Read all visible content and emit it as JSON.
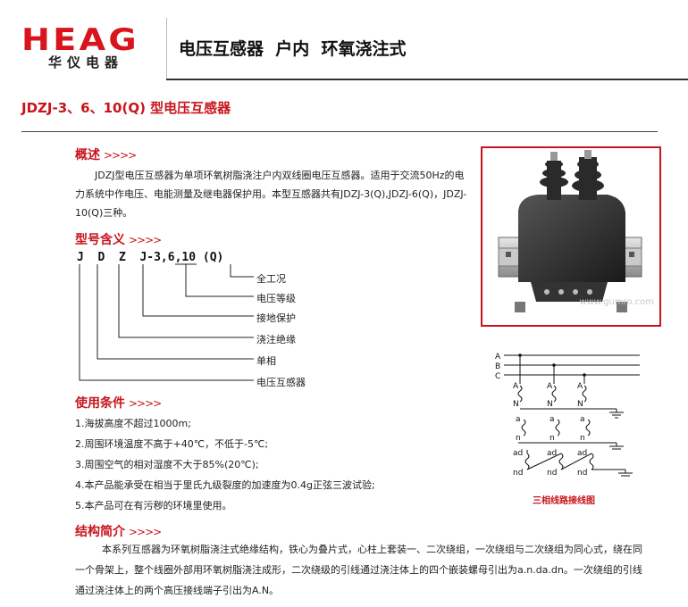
{
  "header": {
    "logo_text": "HEAG",
    "logo_subtitle": "华仪电器",
    "title": "电压互感器  户内  环氧浇注式"
  },
  "model_title": "JDZJ-3、6、10(Q) 型电压互感器",
  "overview": {
    "heading": "概述",
    "chevrons": ">>>>",
    "text": "JDZJ型电压互感器为单项环氧树脂浇注户内双线圈电压互感器。适用于交流50Hz的电力系统中作电压、电能测量及继电器保护用。本型互感器共有JDZJ-3(Q),JDZJ-6(Q)，JDZJ-10(Q)三种。"
  },
  "model_meaning": {
    "heading": "型号含义",
    "chevrons": ">>>>",
    "code": "J  D  Z  J-3,6,10 (Q)",
    "labels": [
      "全工况",
      "电压等级",
      "接地保护",
      "浇注绝缘",
      "单相",
      "电压互感器"
    ]
  },
  "conditions": {
    "heading": "使用条件",
    "chevrons": ">>>>",
    "items": [
      "1.海拔高度不超过1000m;",
      "2.周围环境温度不高于+40℃，不低于-5℃;",
      "3.周围空气的相对湿度不大于85%(20℃);",
      "4.本产品能承受在相当于里氏九级裂度的加速度为0.4g正弦三波试验;",
      "5.本产品可在有污秽的环境里使用。"
    ]
  },
  "structure": {
    "heading": "结构简介",
    "chevrons": ">>>>",
    "text": "本系列互感器为环氧树脂浇注式绝缘结构，铁心为叠片式，心柱上套装一、二次绕组，一次绕组与二次绕组为同心式，绕在同一个骨架上，整个线圈外部用环氧树脂浇注成形，二次绕级的引线通过浇注体上的四个嵌装螺母引出为a.n.da.dn。一次绕组的引线通过浇注体上的两个高压接线端子引出为A.N。"
  },
  "photo": {
    "watermark": "www.gumro.com"
  },
  "wiring": {
    "caption": "三相线路接线图",
    "phase_labels": [
      "A",
      "B",
      "C"
    ],
    "primary_top": "A",
    "primary_bottom": "N",
    "secondary_top": "a",
    "secondary_bottom": "n",
    "aux_top": "ad",
    "aux_bottom": "nd"
  },
  "colors": {
    "brand_red": "#d9141c",
    "heading_red": "#c8141c",
    "text": "#222222"
  }
}
